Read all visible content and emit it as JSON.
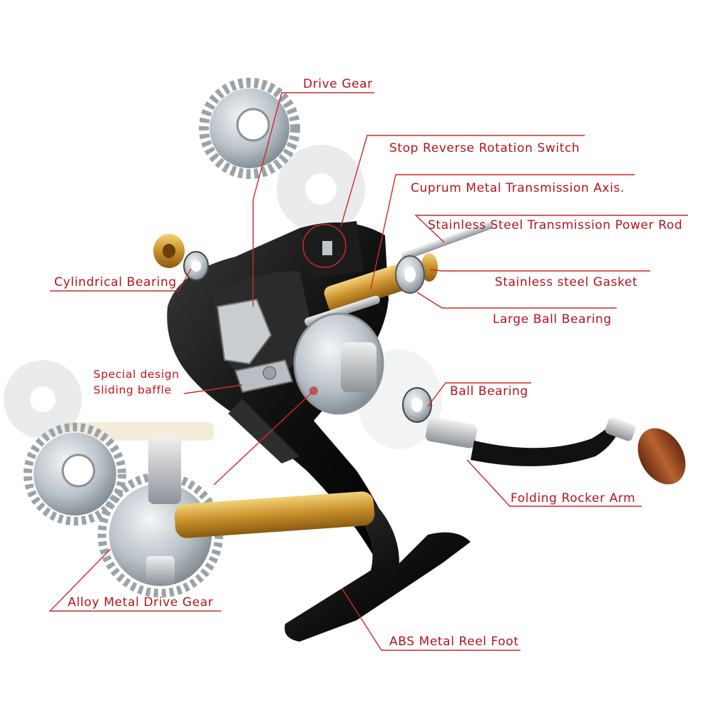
{
  "colors": {
    "label": "#b5121b",
    "leader": "#cc2a2a",
    "reel_body": "#141414",
    "brass": "#d4a23a",
    "steel": "#b9c1c8",
    "wood": "#8b3e1e"
  },
  "labels": {
    "drive_gear": "Drive Gear",
    "stop_reverse": "Stop Reverse Rotation Switch",
    "cuprum_axis": "Cuprum Metal Transmission Axis.",
    "power_rod": "Stainless Steel Transmission Power Rod",
    "cylindrical_bearing": "Cylindrical Bearing",
    "gasket": "Stainless steel Gasket",
    "large_ball_bearing": "Large Ball Bearing",
    "baffle_line1": "Special design",
    "baffle_line2": "Sliding baffle",
    "ball_bearing": "Ball Bearing",
    "rocker_arm": "Folding Rocker Arm",
    "alloy_drive_gear": "Alloy  Metal  Drive Gear",
    "reel_foot": "ABS Metal Reel Foot"
  }
}
